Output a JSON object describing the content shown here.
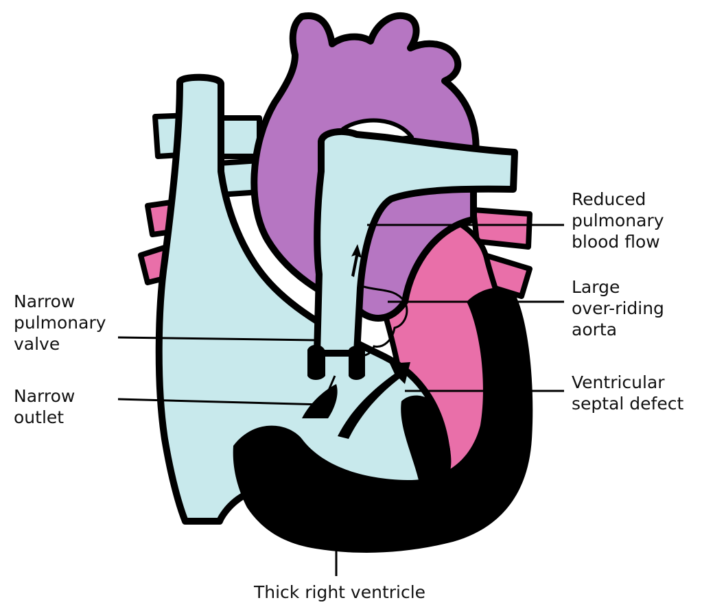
{
  "labels": {
    "reduced_pulmonary_flow": [
      "Reduced",
      "pulmonary",
      "blood flow"
    ],
    "overriding_aorta": [
      "Large",
      "over-riding",
      "aorta"
    ],
    "vsd": [
      "Ventricular",
      "septal defect"
    ],
    "narrow_valve": [
      "Narrow",
      "pulmonary",
      "valve"
    ],
    "narrow_outlet": [
      "Narrow",
      "outlet"
    ],
    "thick_rv": [
      "Thick right ventricle"
    ]
  },
  "colors": {
    "venous_blue": "#c8e9ec",
    "aorta_purple": "#b676c2",
    "arterial_pink": "#e96fa9",
    "outline": "#000000",
    "background": "#ffffff"
  }
}
